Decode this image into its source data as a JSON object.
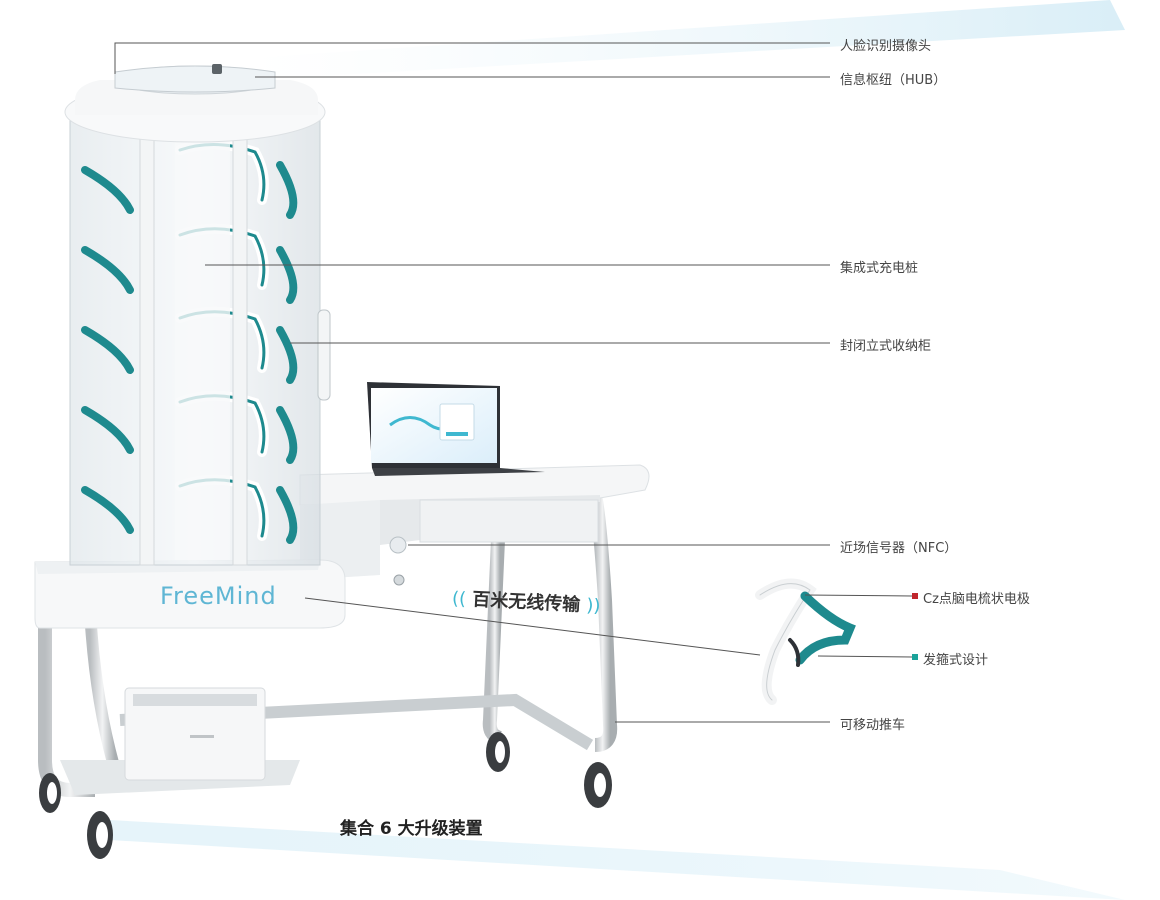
{
  "labels": {
    "face_camera": "人脸识别摄像头",
    "hub": "信息枢纽（HUB）",
    "charging": "集成式充电桩",
    "cabinet": "封闭立式收纳柜",
    "nfc": "近场信号器（NFC）",
    "cz_electrode": "Cz点脑电梳状电极",
    "headband": "发箍式设计",
    "cart": "可移动推车"
  },
  "wireless": "百米无线传输",
  "caption": "集合 6 大升级装置",
  "brand": "FreeMind",
  "colors": {
    "teal": "#1e8a8e",
    "accent_blue": "#3fb8d0",
    "bullet_red": "#c0262d",
    "bullet_teal": "#1aa39a"
  }
}
